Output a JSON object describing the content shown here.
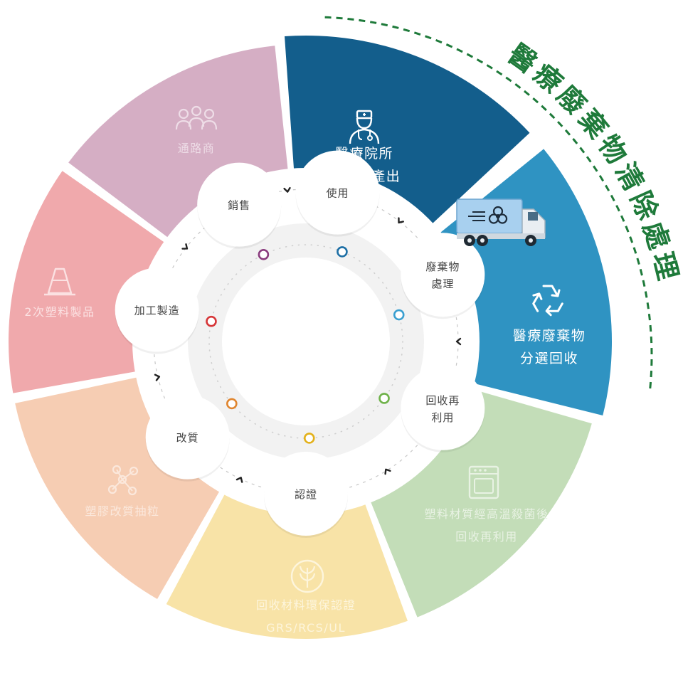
{
  "title": "醫療廢棄物清除處理",
  "colors": {
    "title": "#1e7a3a",
    "center_fill": "#f2f2f2",
    "node_fill": "#ffffff",
    "node_text": "#444444"
  },
  "segments": [
    {
      "id": "hospital",
      "lines": [
        "醫療院所",
        "廢棄物產出"
      ],
      "icon": "doctor-icon",
      "color": "#135e8c",
      "text_color": "#ffffff",
      "highlight": true
    },
    {
      "id": "sorting",
      "lines": [
        "醫療廢棄物",
        "分選回收"
      ],
      "icon": "recycle-icon",
      "color": "#2f93c2",
      "text_color": "#ffffff",
      "highlight": true
    },
    {
      "id": "sterilize",
      "lines": [
        "塑料材質經高溫殺菌後",
        "回收再利用"
      ],
      "icon": "oven-icon",
      "color": "#c3ddb8",
      "text_color": "#e8f2e3",
      "highlight": false
    },
    {
      "id": "certify",
      "lines": [
        "回收材料環保認證",
        "GRS/RCS/UL"
      ],
      "icon": "leaf-badge-icon",
      "color": "#f8e3a7",
      "text_color": "#fdf5dc",
      "highlight": false
    },
    {
      "id": "pellet",
      "lines": [
        "塑膠改質抽粒"
      ],
      "icon": "molecule-icon",
      "color": "#f6cdb3",
      "text_color": "#fbe8dc",
      "highlight": false
    },
    {
      "id": "product",
      "lines": [
        "2次塑料製品"
      ],
      "icon": "traffic-cone-icon",
      "color": "#f0a9ac",
      "text_color": "#fbe1e2",
      "highlight": false
    },
    {
      "id": "dealer",
      "lines": [
        "通路商"
      ],
      "icon": "people-icon",
      "color": "#d5aec4",
      "text_color": "#eedde7",
      "highlight": false
    }
  ],
  "truck": {
    "icon": "biohazard-truck-icon"
  },
  "cycle_nodes": [
    {
      "lines": [
        "使用"
      ]
    },
    {
      "lines": [
        "廢棄物",
        "處理"
      ]
    },
    {
      "lines": [
        "回收再",
        "利用"
      ]
    },
    {
      "lines": [
        "認證"
      ]
    },
    {
      "lines": [
        "改質"
      ]
    },
    {
      "lines": [
        "加工製造"
      ]
    },
    {
      "lines": [
        "銷售"
      ]
    }
  ],
  "ring_dots": [
    "#1d6fa5",
    "#3a9fd0",
    "#6fb24a",
    "#e3b11a",
    "#e0852e",
    "#d63638",
    "#8a3c7e"
  ]
}
